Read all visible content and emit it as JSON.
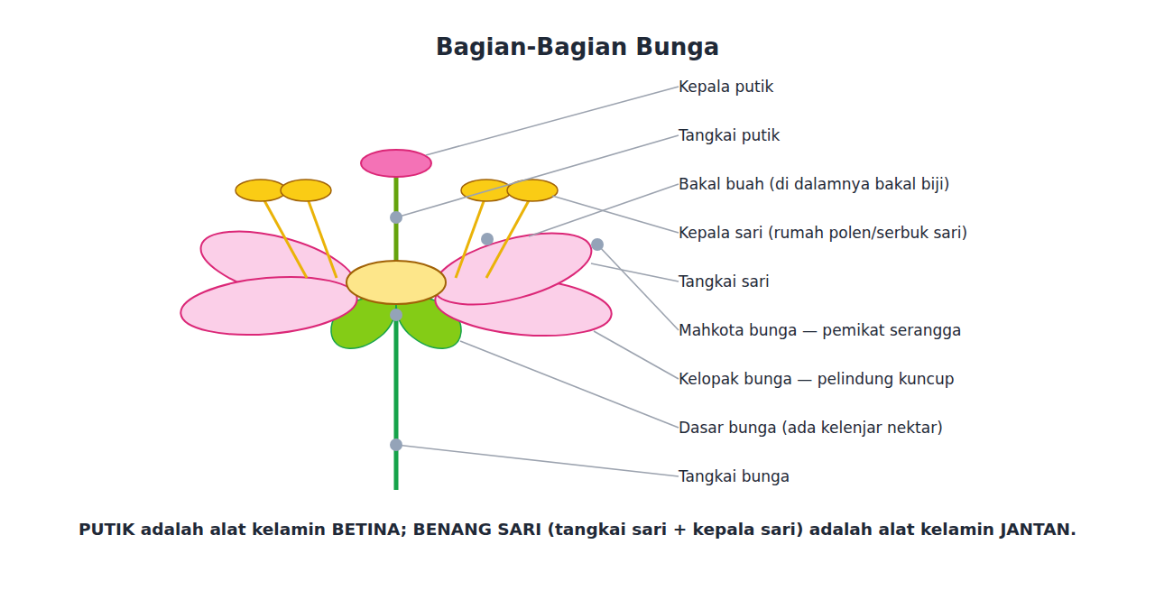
{
  "diagram": {
    "title": "Bagian-Bagian Bunga",
    "caption": "PUTIK adalah alat kelamin BETINA; BENANG SARI (tangkai sari + kepala sari) adalah alat kelamin JANTAN.",
    "labels": [
      "Kepala putik",
      "Tangkai putik",
      "Bakal buah (di dalamnya bakal biji)",
      "Kepala sari (rumah polen/serbuk sari)",
      "Tangkai sari",
      "Mahkota bunga — pemikat serangga",
      "Kelopak bunga — pelindung kuncup",
      "Dasar bunga (ada kelenjar nektar)",
      "Tangkai bunga"
    ]
  }
}
